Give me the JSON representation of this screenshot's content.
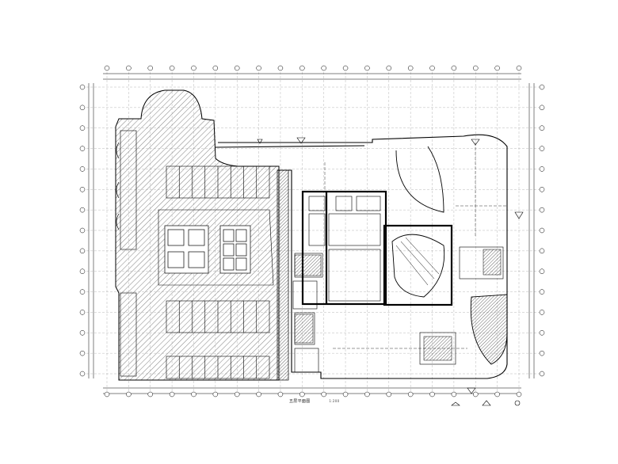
{
  "drawing": {
    "type": "architectural floor plan (CAD)",
    "line_color": "#000000",
    "hatch_color": "#7a7a7a",
    "background": "#ffffff",
    "grid_top_bubbles": 20,
    "grid_side_bubbles": 15
  },
  "caption": {
    "title": "五层平面图",
    "scale": "1:200"
  }
}
